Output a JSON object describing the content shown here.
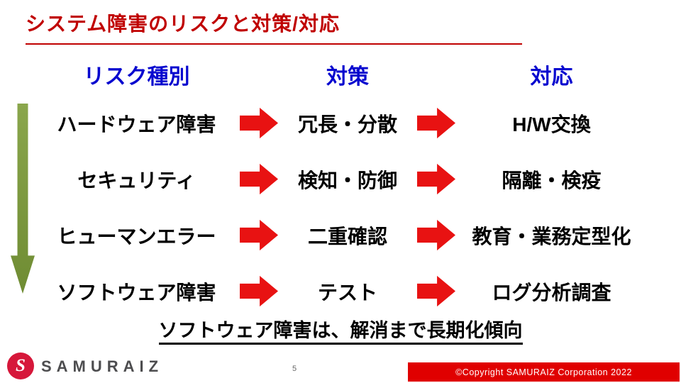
{
  "slide": {
    "title": "システム障害のリスクと対策/対応",
    "columns": {
      "risk": "リスク種別",
      "measure": "対策",
      "response": "対応"
    },
    "rows": [
      {
        "risk": "ハードウェア障害",
        "measure": "冗長・分散",
        "response": "H/W交換"
      },
      {
        "risk": "セキュリティ",
        "measure": "検知・防御",
        "response": "隔離・検疫"
      },
      {
        "risk": "ヒューマンエラー",
        "measure": "二重確認",
        "response": "教育・業務定型化"
      },
      {
        "risk": "ソフトウェア障害",
        "measure": "テスト",
        "response": "ログ分析調査"
      }
    ],
    "note": "ソフトウェア障害は、解消まで長期化傾向",
    "footer": {
      "logo_letter": "S",
      "brand": "SAMURAIZ",
      "page_number": "5",
      "copyright": "©Copyright SAMURAIZ Corporation 2022"
    },
    "colors": {
      "title_red": "#C00000",
      "header_blue": "#0808CF",
      "arrow_red": "#E81212",
      "green_arrow": "#7C9A3E",
      "footer_bar_red": "#E00000"
    }
  }
}
